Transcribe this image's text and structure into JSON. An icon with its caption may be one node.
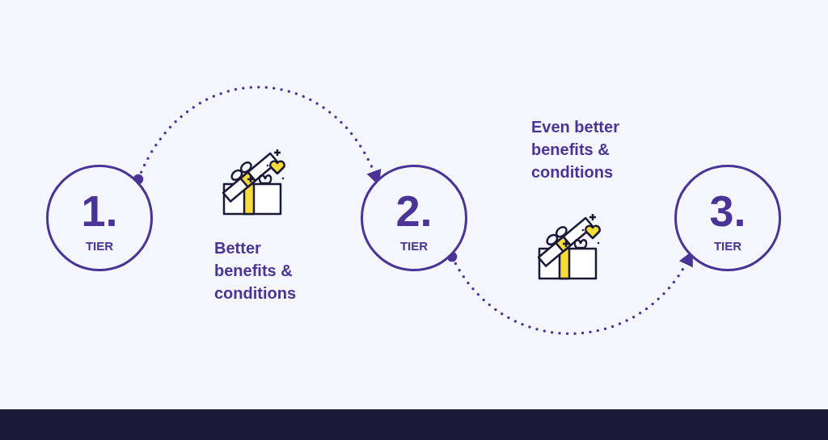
{
  "diagram": {
    "nodes": [
      {
        "text": [
          "1.",
          "TIER"
        ]
      },
      {
        "text": [
          "2.",
          "TIER"
        ]
      },
      {
        "text": [
          "3.",
          "TIER"
        ]
      }
    ],
    "edges": [
      {
        "from": 0,
        "to": 1,
        "arrow": "to",
        "style": "dashed"
      },
      {
        "from": 1,
        "to": 2,
        "arrow": "to",
        "style": "dashed"
      }
    ],
    "labels": [
      "Even better benefits & conditions",
      "Better benefits & conditions"
    ]
  }
}
